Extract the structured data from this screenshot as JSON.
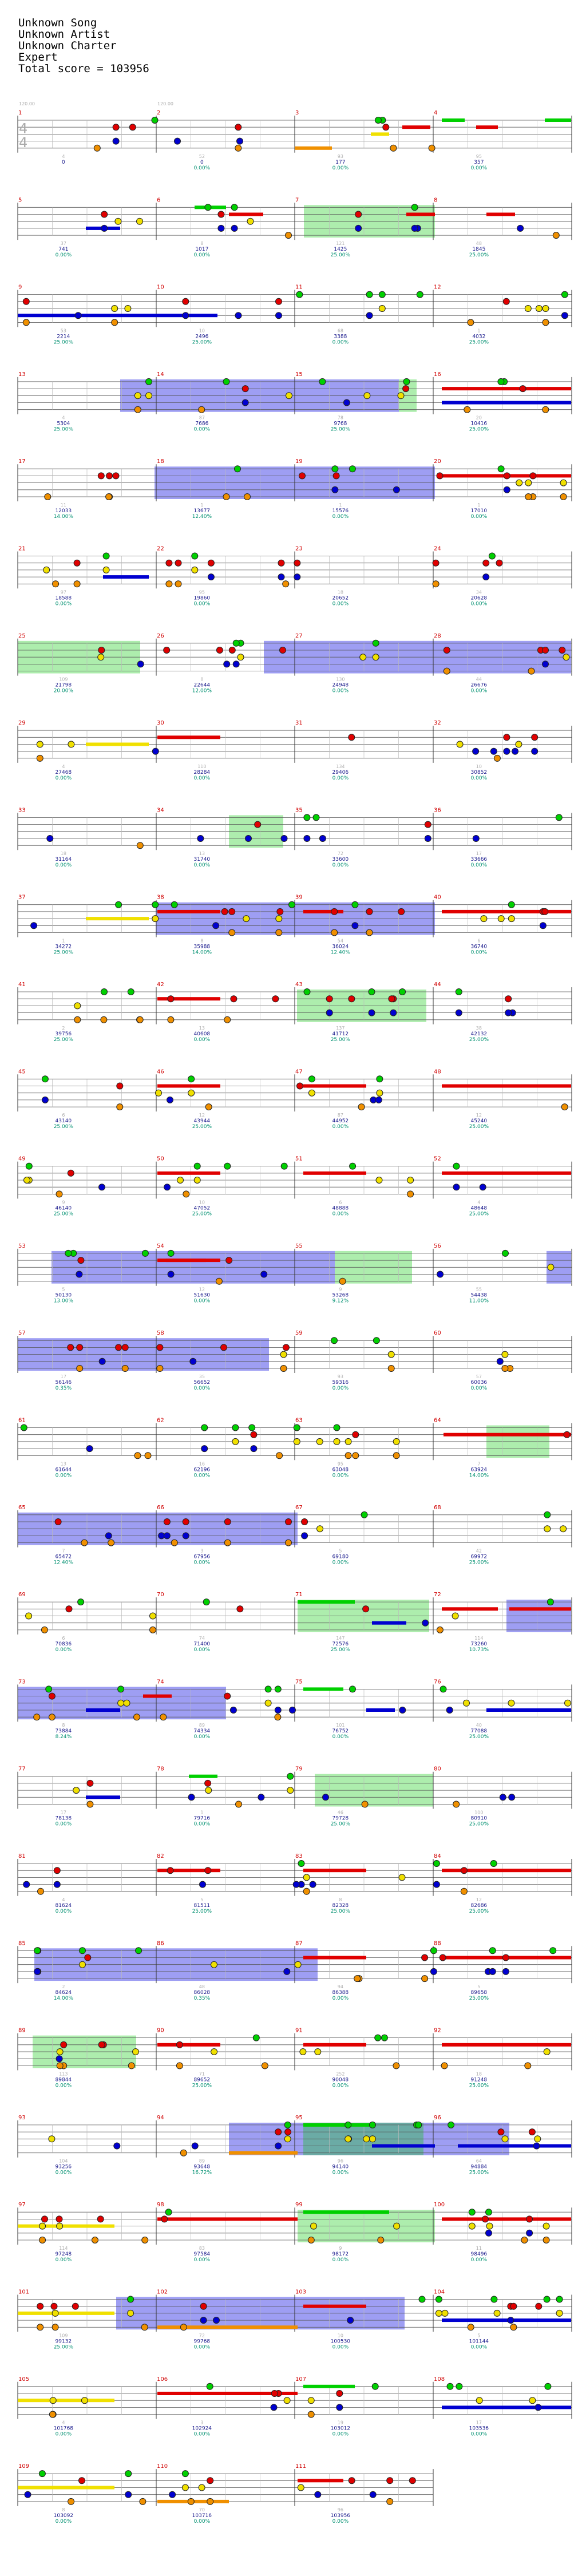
{
  "song": {
    "title": "Unknown Song",
    "artist": "Unknown Artist",
    "charter": "Unknown Charter",
    "difficulty": "Expert",
    "total_score_label": "Total score = 103956"
  },
  "first_row_tempo_labels": [
    "120.00",
    "120.00"
  ],
  "time_signature": "4/4",
  "lane_colors": [
    "#00d000",
    "#e00000",
    "#f0e000",
    "#0000d0",
    "#f09000"
  ],
  "overlay_colors": {
    "star_power": "#00c800",
    "overdrive": "#0000e0"
  },
  "rows": [
    {
      "measures": [
        1,
        2,
        3,
        4
      ],
      "scores": [
        "0",
        "0",
        "177",
        "357"
      ],
      "pcts": [
        "",
        "0.00%",
        "0.00%",
        "0.00%"
      ],
      "bars": [
        4,
        52,
        93,
        95
      ]
    },
    {
      "measures": [
        5,
        6,
        7,
        8
      ],
      "scores": [
        "741",
        "1017",
        "1425",
        "1845"
      ],
      "pcts": [
        "0.00%",
        "0.00%",
        "25.00%",
        "25.00%"
      ],
      "bars": [
        37,
        8,
        121,
        48
      ]
    },
    {
      "measures": [
        9,
        10,
        11,
        12
      ],
      "scores": [
        "2214",
        "2496",
        "3388",
        "4032"
      ],
      "pcts": [
        "25.00%",
        "25.00%",
        "0.00%",
        "25.00%"
      ],
      "bars": [
        53,
        10,
        68,
        1
      ]
    },
    {
      "measures": [
        13,
        14,
        15,
        16
      ],
      "scores": [
        "5304",
        "7686",
        "9768",
        "10416"
      ],
      "pcts": [
        "25.00%",
        "0.00%",
        "25.00%",
        "25.00%"
      ],
      "bars": [
        4,
        87,
        78,
        20
      ]
    },
    {
      "measures": [
        17,
        18,
        19,
        20
      ],
      "scores": [
        "12033",
        "13677",
        "15576",
        "17010"
      ],
      "pcts": [
        "14.00%",
        "12.40%",
        "0.00%",
        "0.00%"
      ],
      "bars": [
        11,
        1,
        1,
        1
      ]
    },
    {
      "measures": [
        21,
        22,
        23,
        24
      ],
      "scores": [
        "18588",
        "19860",
        "20652",
        "20628"
      ],
      "pcts": [
        "0.00%",
        "0.00%",
        "0.00%",
        "0.00%"
      ],
      "bars": [
        97,
        95,
        18,
        34
      ]
    },
    {
      "measures": [
        25,
        26,
        27,
        28
      ],
      "scores": [
        "21798",
        "22644",
        "24948",
        "26676"
      ],
      "pcts": [
        "20.00%",
        "12.00%",
        "0.00%",
        "0.00%"
      ],
      "bars": [
        109,
        8,
        130,
        44
      ]
    },
    {
      "measures": [
        29,
        30,
        31,
        32
      ],
      "scores": [
        "27468",
        "28284",
        "29406",
        "30852"
      ],
      "pcts": [
        "0.00%",
        "0.00%",
        "0.00%",
        "0.00%"
      ],
      "bars": [
        4,
        110,
        134,
        10
      ]
    },
    {
      "measures": [
        33,
        34,
        35,
        36
      ],
      "scores": [
        "31164",
        "31740",
        "33600",
        "33666"
      ],
      "pcts": [
        "0.00%",
        "0.00%",
        "0.00%",
        "0.00%"
      ],
      "bars": [
        18,
        13,
        72,
        17
      ]
    },
    {
      "measures": [
        37,
        38,
        39,
        40
      ],
      "scores": [
        "34272",
        "35988",
        "36024",
        "36740"
      ],
      "pcts": [
        "25.00%",
        "14.00%",
        "12.40%",
        "0.00%"
      ],
      "bars": [
        1,
        8,
        54,
        6
      ]
    },
    {
      "measures": [
        41,
        42,
        43,
        44
      ],
      "scores": [
        "39756",
        "40608",
        "41712",
        "42132"
      ],
      "pcts": [
        "25.00%",
        "0.00%",
        "25.00%",
        "25.00%"
      ],
      "bars": [
        2,
        13,
        137,
        38
      ]
    },
    {
      "measures": [
        45,
        46,
        47,
        48
      ],
      "scores": [
        "43140",
        "43944",
        "44952",
        "45240"
      ],
      "pcts": [
        "25.00%",
        "25.00%",
        "0.00%",
        "25.00%"
      ],
      "bars": [
        6,
        12,
        87,
        12
      ]
    },
    {
      "measures": [
        49,
        50,
        51,
        52
      ],
      "scores": [
        "46140",
        "47052",
        "48888",
        "48648"
      ],
      "pcts": [
        "25.00%",
        "25.00%",
        "0.00%",
        "25.00%"
      ],
      "bars": [
        9,
        10,
        6,
        4
      ]
    },
    {
      "measures": [
        53,
        54,
        55,
        56
      ],
      "scores": [
        "50130",
        "51630",
        "53268",
        "54438"
      ],
      "pcts": [
        "13.00%",
        "0.00%",
        "9.12%",
        "11.00%"
      ],
      "bars": [
        5,
        12,
        9,
        55
      ]
    },
    {
      "measures": [
        57,
        58,
        59,
        60
      ],
      "scores": [
        "56146",
        "56652",
        "59316",
        "60036"
      ],
      "pcts": [
        "0.35%",
        "0.00%",
        "0.00%",
        "0.00%"
      ],
      "bars": [
        17,
        35,
        93,
        57
      ]
    },
    {
      "measures": [
        61,
        62,
        63,
        64
      ],
      "scores": [
        "61644",
        "62196",
        "63048",
        "63924"
      ],
      "pcts": [
        "0.00%",
        "0.00%",
        "0.00%",
        "14.00%"
      ],
      "bars": [
        13,
        16,
        95,
        7
      ]
    },
    {
      "measures": [
        65,
        66,
        67,
        68
      ],
      "scores": [
        "65472",
        "67956",
        "69180",
        "69972"
      ],
      "pcts": [
        "12.40%",
        "0.00%",
        "0.00%",
        "25.00%"
      ],
      "bars": [
        7,
        3,
        5,
        42
      ]
    },
    {
      "measures": [
        69,
        70,
        71,
        72
      ],
      "scores": [
        "70836",
        "71400",
        "72576",
        "73260"
      ],
      "pcts": [
        "0.00%",
        "0.00%",
        "25.00%",
        "10.73%"
      ],
      "bars": [
        6,
        74,
        147,
        114
      ]
    },
    {
      "measures": [
        73,
        74,
        75,
        76
      ],
      "scores": [
        "73884",
        "74334",
        "76752",
        "77088"
      ],
      "pcts": [
        "8.24%",
        "0.00%",
        "0.00%",
        "25.00%"
      ],
      "bars": [
        8,
        89,
        101,
        40
      ]
    },
    {
      "measures": [
        77,
        78,
        79,
        80
      ],
      "scores": [
        "78138",
        "79716",
        "79728",
        "80910"
      ],
      "pcts": [
        "0.00%",
        "0.00%",
        "25.00%",
        "25.00%"
      ],
      "bars": [
        17,
        1,
        46,
        100
      ]
    },
    {
      "measures": [
        81,
        82,
        83,
        84
      ],
      "scores": [
        "81624",
        "81511",
        "82328",
        "82686"
      ],
      "pcts": [
        "0.00%",
        "25.00%",
        "25.00%",
        "25.00%"
      ],
      "bars": [
        4,
        5,
        8,
        12
      ]
    },
    {
      "measures": [
        85,
        86,
        87,
        88
      ],
      "scores": [
        "84624",
        "86028",
        "86388",
        "89658"
      ],
      "pcts": [
        "14.00%",
        "0.35%",
        "0.00%",
        "25.00%"
      ],
      "bars": [
        2,
        48,
        94,
        5
      ]
    },
    {
      "measures": [
        89,
        90,
        91,
        92
      ],
      "scores": [
        "89844",
        "89652",
        "90048",
        "91248"
      ],
      "pcts": [
        "0.00%",
        "25.00%",
        "0.00%",
        "25.00%"
      ],
      "bars": [
        113,
        71,
        252,
        18
      ]
    },
    {
      "measures": [
        93,
        94,
        95,
        96
      ],
      "scores": [
        "93256",
        "93648",
        "94140",
        "94884"
      ],
      "pcts": [
        "0.00%",
        "16.72%",
        "0.00%",
        "25.00%"
      ],
      "bars": [
        104,
        89,
        96,
        64
      ]
    },
    {
      "measures": [
        97,
        98,
        99,
        100
      ],
      "scores": [
        "97248",
        "97584",
        "98172",
        "98496"
      ],
      "pcts": [
        "0.00%",
        "0.00%",
        "0.00%",
        "0.00%"
      ],
      "bars": [
        114,
        83,
        9,
        11
      ]
    },
    {
      "measures": [
        101,
        102,
        103,
        104
      ],
      "scores": [
        "99132",
        "99768",
        "100530",
        "101144"
      ],
      "pcts": [
        "25.00%",
        "0.00%",
        "0.00%",
        "0.00%"
      ],
      "bars": [
        109,
        72,
        10,
        5
      ]
    },
    {
      "measures": [
        105,
        106,
        107,
        108
      ],
      "scores": [
        "101768",
        "102924",
        "103012",
        "103536"
      ],
      "pcts": [
        "0.00%",
        "0.00%",
        "0.00%",
        "0.00%"
      ],
      "bars": [
        4,
        3,
        19,
        17
      ]
    },
    {
      "measures": [
        109,
        110,
        111
      ],
      "scores": [
        "103092",
        "103716",
        "103956"
      ],
      "pcts": [
        "0.00%",
        "0.00%",
        "0.00%"
      ],
      "bars": [
        8,
        70,
        96
      ]
    }
  ]
}
